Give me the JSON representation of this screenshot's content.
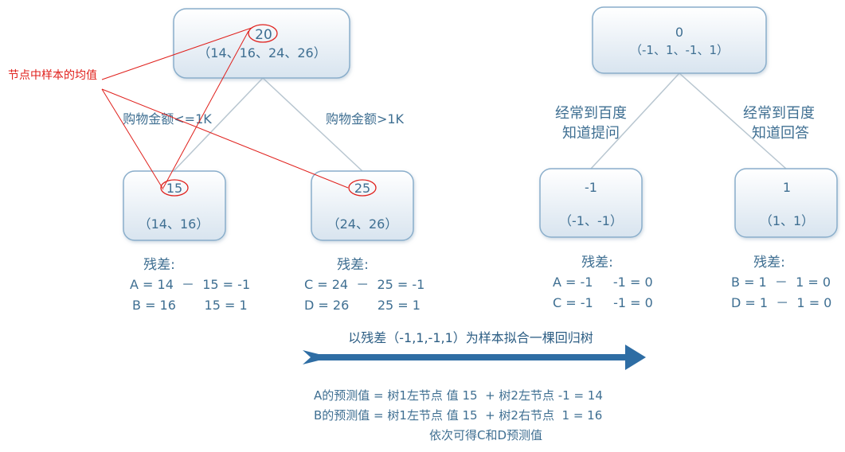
{
  "annotation": {
    "label": "节点中样本的均值"
  },
  "tree1": {
    "root": {
      "value": "20",
      "samples": "（14、16、24、26）"
    },
    "left_edge": "购物金额<=1K",
    "right_edge": "购物金额>1K",
    "left": {
      "value": "15",
      "samples": "（14、16）",
      "residual_title": "残差:",
      "residuals": [
        "A = 14  －  15 = -1",
        "B = 16       15 = 1"
      ]
    },
    "right": {
      "value": "25",
      "samples": "（24、26）",
      "residual_title": "残差:",
      "residuals": [
        "C = 24  －  25 = -1",
        "D = 26       25 = 1"
      ]
    }
  },
  "tree2": {
    "root": {
      "value": "0",
      "samples": "（-1、1、-1、1）"
    },
    "left_edge": [
      "经常到百度",
      "知道提问"
    ],
    "right_edge": [
      "经常到百度",
      "知道回答"
    ],
    "left": {
      "value": "-1",
      "samples": "（-1、-1）",
      "residual_title": "残差:",
      "residuals": [
        "A = -1     -1 = 0",
        "C = -1     -1 = 0"
      ]
    },
    "right": {
      "value": "1",
      "samples": "（1、1）",
      "residual_title": "残差:",
      "residuals": [
        "B = 1  －  1 = 0",
        "D = 1  －  1 = 0"
      ]
    }
  },
  "arrow_label": "以残差（-1,1,-1,1）为样本拟合一棵回归树",
  "predictions": [
    "A的预测值 = 树1左节点 值 15  + 树2左节点 -1 = 14",
    "B的预测值 = 树1左节点 值 15  + 树2右节点  1 = 16",
    "依次可得C和D预测值"
  ],
  "colors": {
    "text": "#3f6f92",
    "node_border": "#8aaecb",
    "node_fill_top": "#ffffff",
    "node_fill_bottom": "#dbe6f0",
    "edge": "#b8c6d0",
    "arrow": "#2e6da4",
    "annotation": "#e0201c"
  }
}
